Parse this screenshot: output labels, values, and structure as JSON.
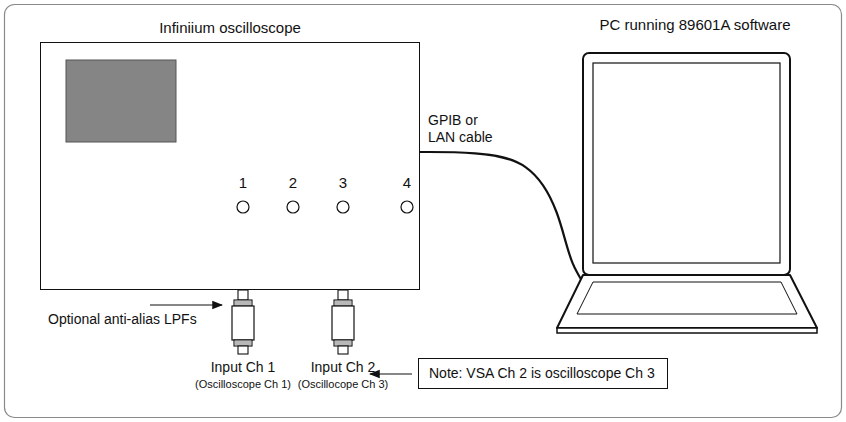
{
  "diagram": {
    "nodes": [
      {
        "text": [
          "Infiniium oscilloscope"
        ]
      },
      {
        "text": [
          "PC running 89601A software"
        ]
      },
      {
        "text": [
          "Note: VSA Ch 2 is oscilloscope Ch 3"
        ]
      }
    ],
    "edges": [
      {
        "from": 0,
        "to": 1,
        "arrow": "none",
        "label": "GPIB or LAN cable"
      }
    ],
    "labels": [
      "1",
      "2",
      "3",
      "4",
      "Optional anti-alias LPFs",
      "Input Ch 1",
      "(Oscilloscope Ch 1)",
      "Input Ch 2",
      "(Oscillocope Ch 3)"
    ]
  }
}
